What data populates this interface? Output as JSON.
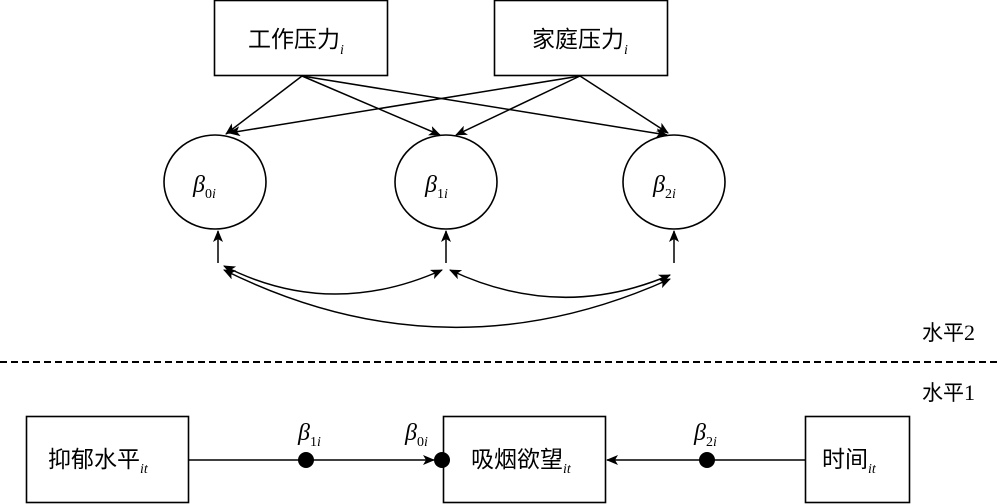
{
  "level2": {
    "label": "水平",
    "label_num": "2",
    "predictors": [
      {
        "id": "work",
        "text": "工作压力",
        "sub": "i"
      },
      {
        "id": "family",
        "text": "家庭压力",
        "sub": "i"
      }
    ],
    "coefficients": [
      {
        "id": "b0",
        "symbol": "β",
        "sub_num": "0",
        "sub_i": "i"
      },
      {
        "id": "b1",
        "symbol": "β",
        "sub_num": "1",
        "sub_i": "i"
      },
      {
        "id": "b2",
        "symbol": "β",
        "sub_num": "2",
        "sub_i": "i"
      }
    ],
    "edges": [
      {
        "from": "work",
        "to": "b0"
      },
      {
        "from": "work",
        "to": "b1"
      },
      {
        "from": "work",
        "to": "b2"
      },
      {
        "from": "family",
        "to": "b0"
      },
      {
        "from": "family",
        "to": "b1"
      },
      {
        "from": "family",
        "to": "b2"
      }
    ],
    "covariances": [
      {
        "a": "b0",
        "b": "b1"
      },
      {
        "a": "b1",
        "b": "b2"
      },
      {
        "a": "b0",
        "b": "b2"
      }
    ]
  },
  "level1": {
    "label": "水平",
    "label_num": "1",
    "nodes": [
      {
        "id": "depression",
        "text": "抑郁水平",
        "sub": "it"
      },
      {
        "id": "craving",
        "text": "吸烟欲望",
        "sub": "it"
      },
      {
        "id": "time",
        "text": "时间",
        "sub": "it"
      }
    ],
    "paths": [
      {
        "from": "depression",
        "to": "craving",
        "label": {
          "symbol": "β",
          "sub_num": "1",
          "sub_i": "i"
        }
      },
      {
        "from": "time",
        "to": "craving",
        "label": {
          "symbol": "β",
          "sub_num": "2",
          "sub_i": "i"
        }
      }
    ],
    "intercept_label": {
      "symbol": "β",
      "sub_num": "0",
      "sub_i": "i"
    }
  }
}
